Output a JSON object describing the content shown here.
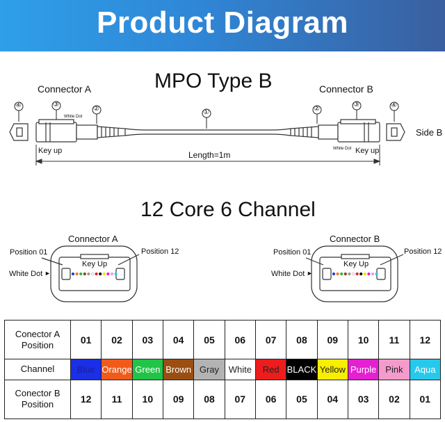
{
  "header": {
    "title": "Product Diagram"
  },
  "cable": {
    "title": "MPO Type B",
    "connector_a": "Connector A",
    "connector_b": "Connector B",
    "callouts": [
      "①",
      "②",
      "③",
      "④"
    ],
    "white_dot": "White Dot",
    "key_up": "Key up",
    "side_b": "Side B",
    "length": "Length=1m"
  },
  "cores": {
    "title": "12 Core 6 Channel",
    "connector_a": "Connector A",
    "connector_b": "Connector B",
    "position_01": "Position 01",
    "position_12": "Position 12",
    "white_dot": "White Dot",
    "key_up": "Key Up",
    "arrow": "►",
    "fiber_colors": [
      "#1f3fd0",
      "#f07a1e",
      "#2fb34a",
      "#8a4a12",
      "#9a9a9a",
      "#ffffff",
      "#e52222",
      "#111111",
      "#f2e600",
      "#e21fd6",
      "#f49ac8",
      "#27c9e8"
    ]
  },
  "table": {
    "row_a_label": "Conector  A Position",
    "row_ch_label": "Channel",
    "row_b_label": "Conector  B Position",
    "positions_a": [
      "01",
      "02",
      "03",
      "04",
      "05",
      "06",
      "07",
      "08",
      "09",
      "10",
      "11",
      "12"
    ],
    "positions_b": [
      "12",
      "11",
      "10",
      "09",
      "08",
      "07",
      "06",
      "05",
      "04",
      "03",
      "02",
      "01"
    ],
    "channels": [
      {
        "name": "Blue",
        "bg": "#1a2fe6",
        "fg": "#1e1e8c"
      },
      {
        "name": "Orange",
        "bg": "#f25a1a",
        "fg": "#ffffff"
      },
      {
        "name": "Green",
        "bg": "#22c447",
        "fg": "#ffffff"
      },
      {
        "name": "Brown",
        "bg": "#9a4e12",
        "fg": "#ffffff"
      },
      {
        "name": "Gray",
        "bg": "#b3b3b3",
        "fg": "#222222"
      },
      {
        "name": "White",
        "bg": "#ffffff",
        "fg": "#222222"
      },
      {
        "name": "Red",
        "bg": "#ee1c1c",
        "fg": "#222222"
      },
      {
        "name": "BLACK",
        "bg": "#000000",
        "fg": "#ffffff"
      },
      {
        "name": "Yellow",
        "bg": "#f7ee00",
        "fg": "#222222"
      },
      {
        "name": "Purple",
        "bg": "#e51fd2",
        "fg": "#ffffff"
      },
      {
        "name": "Pink",
        "bg": "#f59bcc",
        "fg": "#222222"
      },
      {
        "name": "Aqua",
        "bg": "#26c9ec",
        "fg": "#ffffff"
      }
    ]
  }
}
